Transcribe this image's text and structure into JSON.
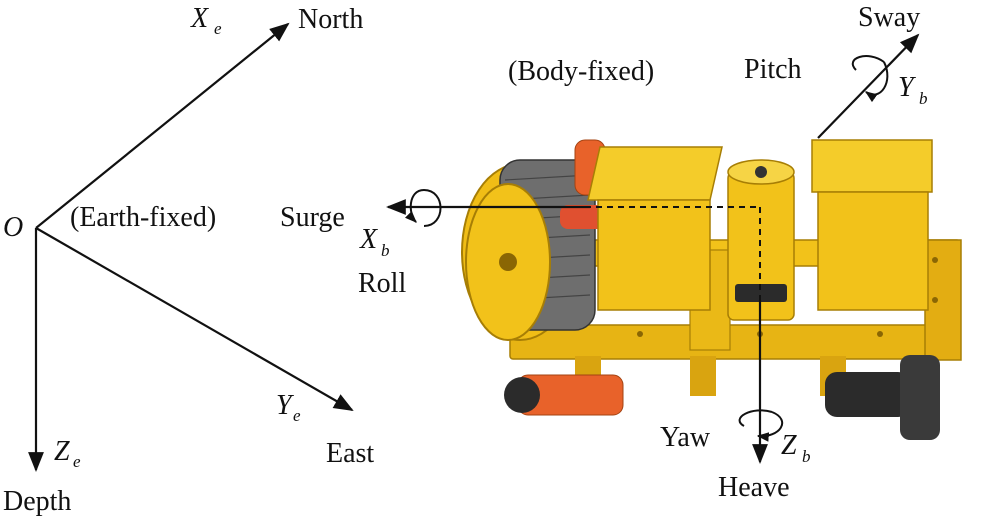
{
  "frames": {
    "earth": {
      "origin": "O",
      "name": "(Earth-fixed)",
      "x_axis": {
        "symbol": "X",
        "subscript": "e",
        "direction": "North"
      },
      "y_axis": {
        "symbol": "Y",
        "subscript": "e",
        "direction": "East"
      },
      "z_axis": {
        "symbol": "Z",
        "subscript": "e",
        "direction": "Depth"
      }
    },
    "body": {
      "name": "(Body-fixed)",
      "x_axis": {
        "symbol": "X",
        "subscript": "b",
        "translation": "Surge",
        "rotation": "Roll"
      },
      "y_axis": {
        "symbol": "Y",
        "subscript": "b",
        "translation": "Sway",
        "rotation": "Pitch"
      },
      "z_axis": {
        "symbol": "Z",
        "subscript": "b",
        "translation": "Heave",
        "rotation": "Yaw"
      }
    }
  },
  "vehicle": {
    "body_color": "#f2c21a",
    "body_shadow": "#c99a0a",
    "dark_color": "#2b2b2b",
    "accent_color": "#e8622a"
  }
}
